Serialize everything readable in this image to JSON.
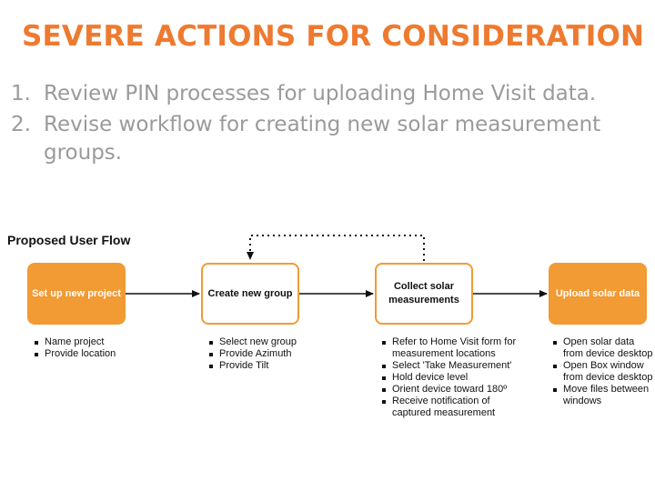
{
  "title": "SEVERE ACTIONS FOR CONSIDERATION",
  "actions": [
    {
      "number": "1.",
      "text": "Review PIN processes for uploading Home Visit data."
    },
    {
      "number": "2.",
      "text": "Revise workflow for creating new solar measurement groups."
    }
  ],
  "flow": {
    "title": "Proposed User Flow",
    "steps": [
      {
        "label": "Set up new project",
        "bullets": [
          "Name project",
          "Provide location"
        ]
      },
      {
        "label": "Create new group",
        "bullets": [
          "Select new group",
          "Provide Azimuth",
          "Provide Tilt"
        ]
      },
      {
        "label": "Collect solar measurements",
        "bullets": [
          "Refer to Home Visit form for measurement locations",
          "Select 'Take Measurement'",
          "Hold device level",
          "Orient device toward 180º",
          "Receive notification of captured measurement"
        ]
      },
      {
        "label": "Upload solar data",
        "bullets": [
          "Open solar data from device desktop",
          "Open Box window from device desktop",
          "Move files between windows"
        ]
      }
    ]
  },
  "colors": {
    "title": "#ee7a30",
    "box_fill": "#f29a33",
    "box_border": "#f29a33",
    "action_text": "#9a9a9a"
  }
}
